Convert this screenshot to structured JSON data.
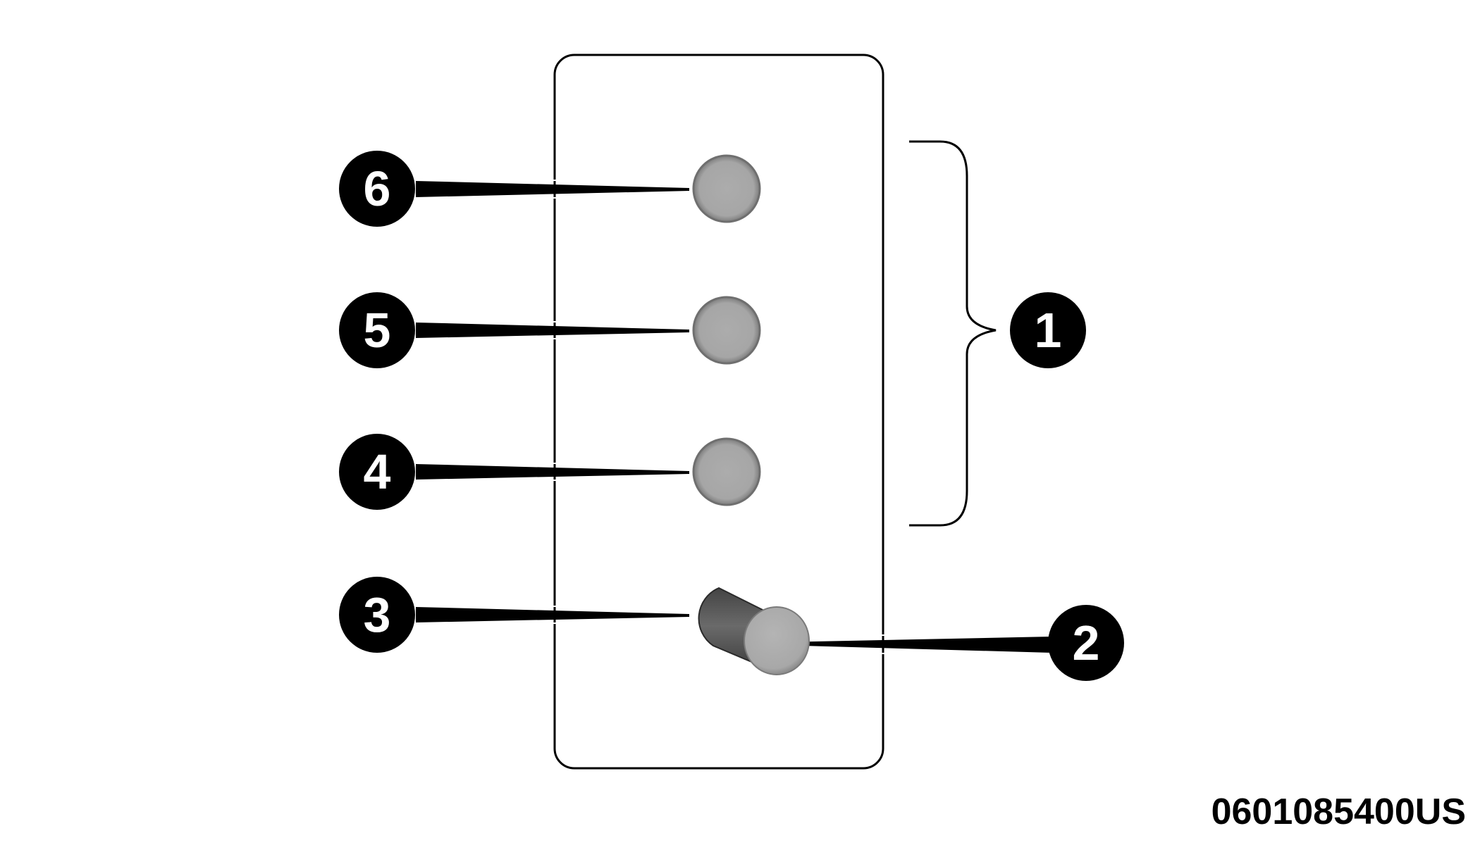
{
  "diagram": {
    "callouts": {
      "c1": "1",
      "c2": "2",
      "c3": "3",
      "c4": "4",
      "c5": "5",
      "c6": "6"
    },
    "image_code": "0601085400US",
    "colors": {
      "button_fill": "#a8a8a8",
      "button_edge": "#6f6f6f",
      "callout_fill": "#000000",
      "outline": "#000000"
    }
  }
}
